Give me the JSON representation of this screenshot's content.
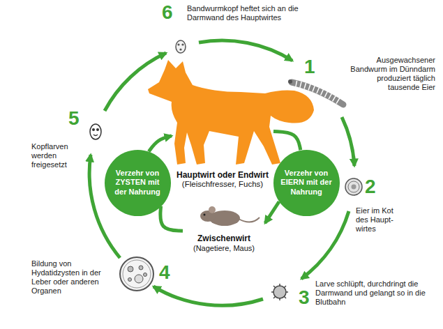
{
  "diagram": {
    "nodes": [
      {
        "text": [
          "Hauptwirt oder Endwirt",
          "(Fleischfresser, Fuchs)"
        ]
      },
      {
        "text": [
          "Verzehr von ZYSTEN mit der Nahrung"
        ]
      },
      {
        "text": [
          "Verzehr von EIERN mit der Nahrung"
        ]
      },
      {
        "text": [
          "Zwischenwirt",
          "(Nagetiere, Maus)"
        ]
      }
    ],
    "edges": [
      {
        "from": 0,
        "to": 2,
        "arrow": "none"
      },
      {
        "from": 2,
        "to": 3,
        "arrow": "to"
      },
      {
        "from": 3,
        "to": 1,
        "arrow": "none"
      },
      {
        "from": 1,
        "to": 0,
        "arrow": "to"
      }
    ],
    "labels": [
      "1",
      "Ausgewachsener Bandwurm im Dünndarm produziert täglich tausende Eier",
      "2",
      "Eier im Kot des Haupt- wirtes",
      "3",
      "Larve schlüpft, durchdringt die Darmwand und gelangt so in die Blutbahn",
      "4",
      "Bildung von Hydatidzysten in der Leber oder anderen Organen",
      "5",
      "Kopflarven werden freigesetzt",
      "6",
      "Bandwurmkopf heftet sich an die Darmwand des Hauptwirtes"
    ]
  }
}
